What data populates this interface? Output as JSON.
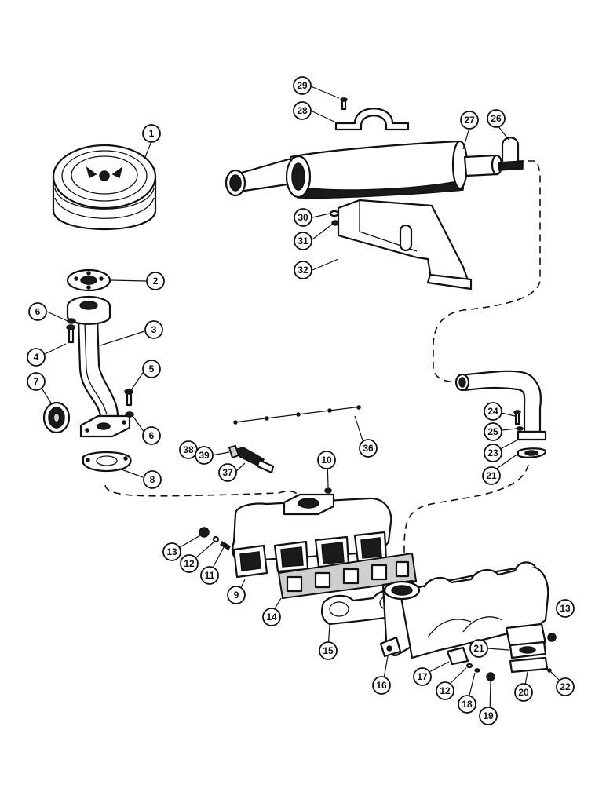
{
  "callouts": [
    {
      "id": "c1",
      "label": "1"
    },
    {
      "id": "c2",
      "label": "2"
    },
    {
      "id": "c3",
      "label": "3"
    },
    {
      "id": "c4",
      "label": "4"
    },
    {
      "id": "c5",
      "label": "5"
    },
    {
      "id": "c6a",
      "label": "6"
    },
    {
      "id": "c6b",
      "label": "6"
    },
    {
      "id": "c7",
      "label": "7"
    },
    {
      "id": "c8",
      "label": "8"
    },
    {
      "id": "c9",
      "label": "9"
    },
    {
      "id": "c10",
      "label": "10"
    },
    {
      "id": "c11",
      "label": "11"
    },
    {
      "id": "c12a",
      "label": "12"
    },
    {
      "id": "c12b",
      "label": "12"
    },
    {
      "id": "c13a",
      "label": "13"
    },
    {
      "id": "c13b",
      "label": "13"
    },
    {
      "id": "c14",
      "label": "14"
    },
    {
      "id": "c15",
      "label": "15"
    },
    {
      "id": "c16",
      "label": "16"
    },
    {
      "id": "c17",
      "label": "17"
    },
    {
      "id": "c18",
      "label": "18"
    },
    {
      "id": "c19",
      "label": "19"
    },
    {
      "id": "c20",
      "label": "20"
    },
    {
      "id": "c21a",
      "label": "21"
    },
    {
      "id": "c21b",
      "label": "21"
    },
    {
      "id": "c22",
      "label": "22"
    },
    {
      "id": "c23",
      "label": "23"
    },
    {
      "id": "c24",
      "label": "24"
    },
    {
      "id": "c25",
      "label": "25"
    },
    {
      "id": "c26",
      "label": "26"
    },
    {
      "id": "c27",
      "label": "27"
    },
    {
      "id": "c28",
      "label": "28"
    },
    {
      "id": "c29",
      "label": "29"
    },
    {
      "id": "c30",
      "label": "30"
    },
    {
      "id": "c31",
      "label": "31"
    },
    {
      "id": "c32",
      "label": "32"
    },
    {
      "id": "c36",
      "label": "36"
    },
    {
      "id": "c37",
      "label": "37"
    },
    {
      "id": "c38",
      "label": "38"
    },
    {
      "id": "c39",
      "label": "39"
    }
  ]
}
